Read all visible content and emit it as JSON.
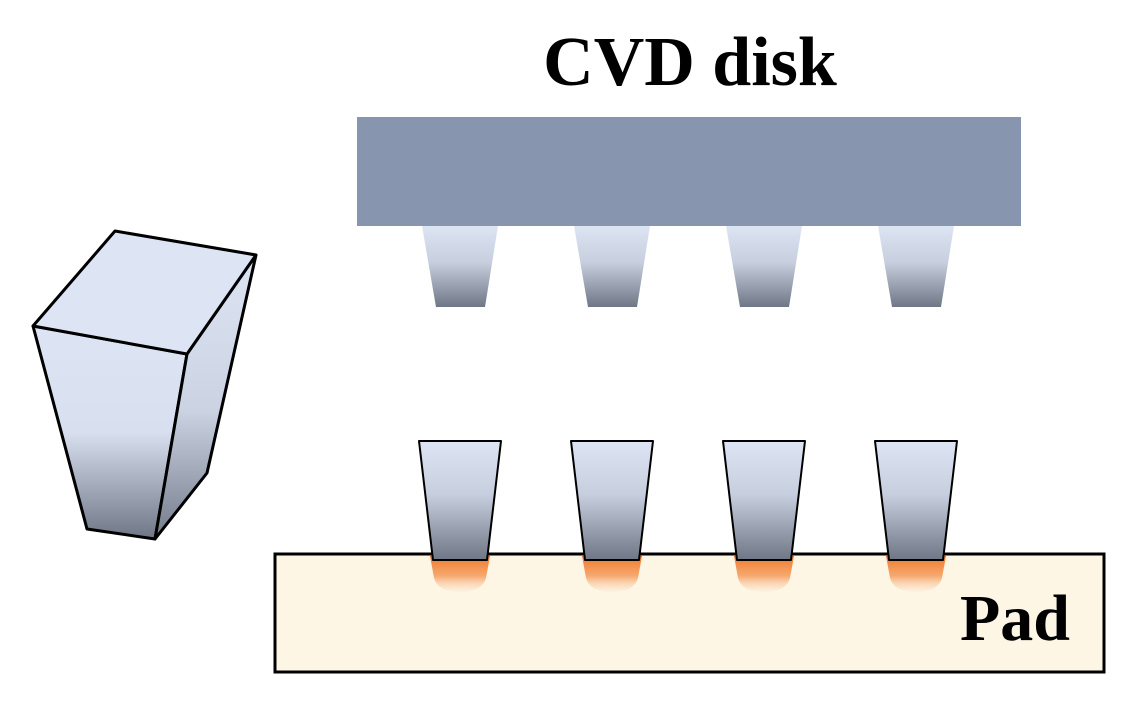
{
  "labels": {
    "disk": "CVD disk",
    "pad": "Pad"
  },
  "colors": {
    "disk_fill": "#8796ae",
    "pad_fill": "#fdf6e5",
    "tip_light": "#dde5f5",
    "tip_dark": "#6f7787",
    "contact_glow": "#f07828",
    "outline": "#000000"
  },
  "tips": {
    "upper_count": 4,
    "lower_count": 4
  }
}
